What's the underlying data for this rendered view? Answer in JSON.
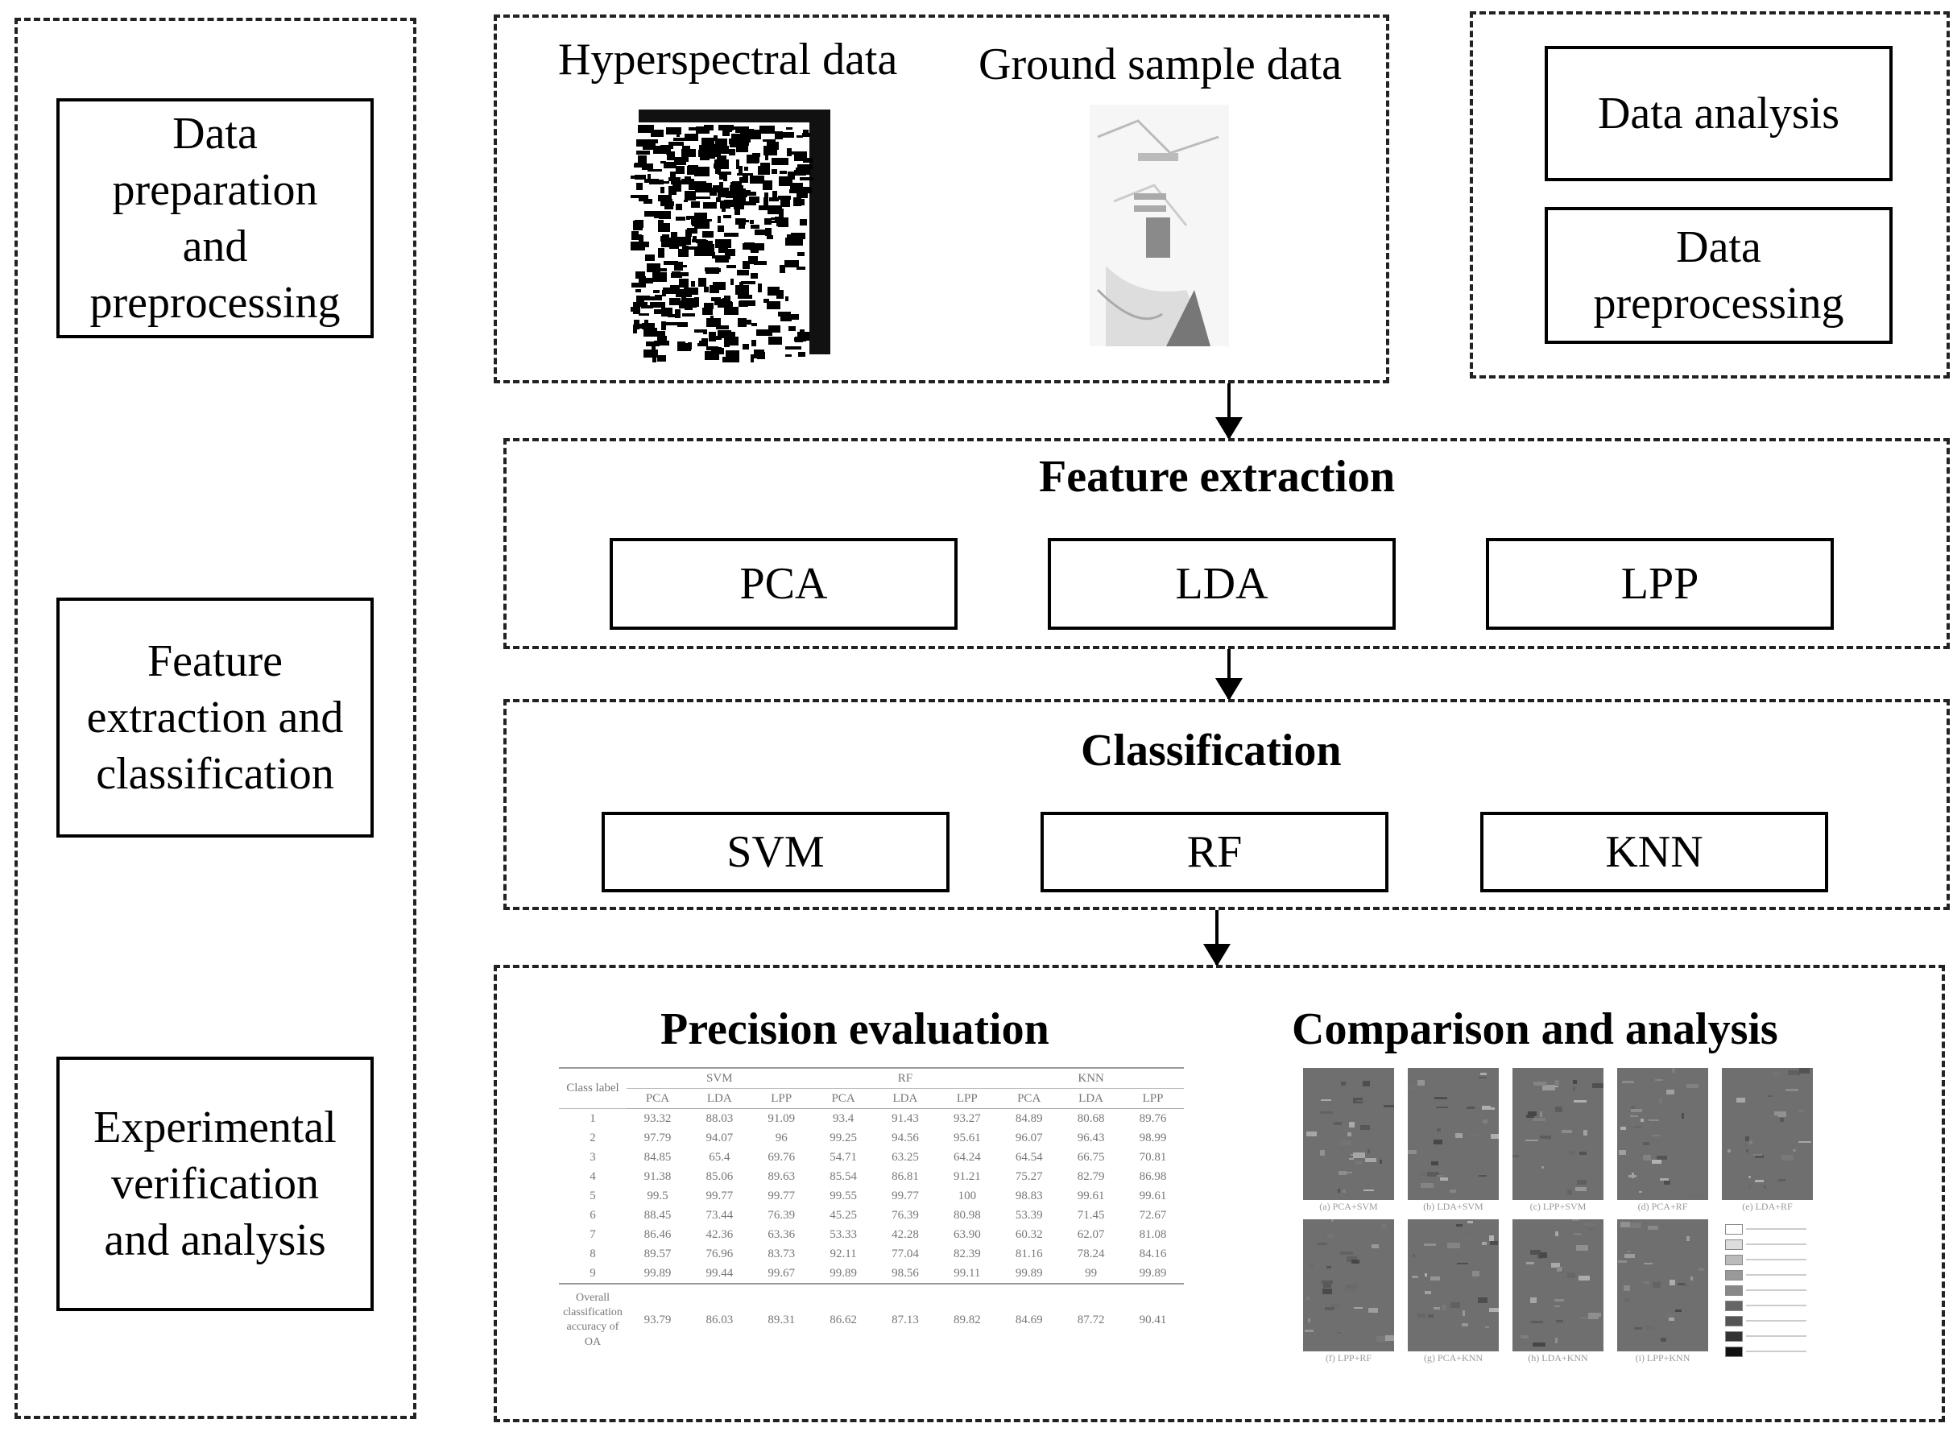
{
  "left_column": {
    "stage1": "Data\npreparation\nand\npreprocessing",
    "stage2": "Feature\nextraction and\nclassification",
    "stage3": "Experimental\nverification\nand analysis"
  },
  "data_section": {
    "hyperspectral_label": "Hyperspectral data",
    "ground_label": "Ground sample data"
  },
  "analysis_section": {
    "box1": "Data analysis",
    "box2": "Data\npreprocessing"
  },
  "feature_section": {
    "title": "Feature extraction",
    "methods": [
      "PCA",
      "LDA",
      "LPP"
    ]
  },
  "classification_section": {
    "title": "Classification",
    "methods": [
      "SVM",
      "RF",
      "KNN"
    ]
  },
  "evaluation_section": {
    "precision_title": "Precision evaluation",
    "comparison_title": "Comparison and analysis",
    "table": {
      "corner": "Class label",
      "groups": [
        "SVM",
        "RF",
        "KNN"
      ],
      "subheads": [
        "PCA",
        "LDA",
        "LPP",
        "PCA",
        "LDA",
        "LPP",
        "PCA",
        "LDA",
        "LPP"
      ],
      "rows": [
        [
          "1",
          "93.32",
          "88.03",
          "91.09",
          "93.4",
          "91.43",
          "93.27",
          "84.89",
          "80.68",
          "89.76"
        ],
        [
          "2",
          "97.79",
          "94.07",
          "96",
          "99.25",
          "94.56",
          "95.61",
          "96.07",
          "96.43",
          "98.99"
        ],
        [
          "3",
          "84.85",
          "65.4",
          "69.76",
          "54.71",
          "63.25",
          "64.24",
          "64.54",
          "66.75",
          "70.81"
        ],
        [
          "4",
          "91.38",
          "85.06",
          "89.63",
          "85.54",
          "86.81",
          "91.21",
          "75.27",
          "82.79",
          "86.98"
        ],
        [
          "5",
          "99.5",
          "99.77",
          "99.77",
          "99.55",
          "99.77",
          "100",
          "98.83",
          "99.61",
          "99.61"
        ],
        [
          "6",
          "88.45",
          "73.44",
          "76.39",
          "45.25",
          "76.39",
          "80.98",
          "53.39",
          "71.45",
          "72.67"
        ],
        [
          "7",
          "86.46",
          "42.36",
          "63.36",
          "53.33",
          "42.28",
          "63.90",
          "60.32",
          "62.07",
          "81.08"
        ],
        [
          "8",
          "89.57",
          "76.96",
          "83.73",
          "92.11",
          "77.04",
          "82.39",
          "81.16",
          "78.24",
          "84.16"
        ],
        [
          "9",
          "99.89",
          "99.44",
          "99.67",
          "99.89",
          "98.56",
          "99.11",
          "99.89",
          "99",
          "99.89"
        ]
      ],
      "overall_label": "Overall classification accuracy of OA",
      "overall": [
        "93.79",
        "86.03",
        "89.31",
        "86.62",
        "87.13",
        "89.82",
        "84.69",
        "87.72",
        "90.41"
      ]
    },
    "map_captions": [
      "(a) PCA+SVM",
      "(b) LDA+SVM",
      "(c) LPP+SVM",
      "(d) PCA+RF",
      "(e) LDA+RF",
      "(f) LPP+RF",
      "(g) PCA+KNN",
      "(h) LDA+KNN",
      "(i) LPP+KNN"
    ]
  },
  "colors": {
    "line": "#000000",
    "dash": "#222222",
    "faded_text": "#777777",
    "map_gray": "#6f6f6f"
  }
}
